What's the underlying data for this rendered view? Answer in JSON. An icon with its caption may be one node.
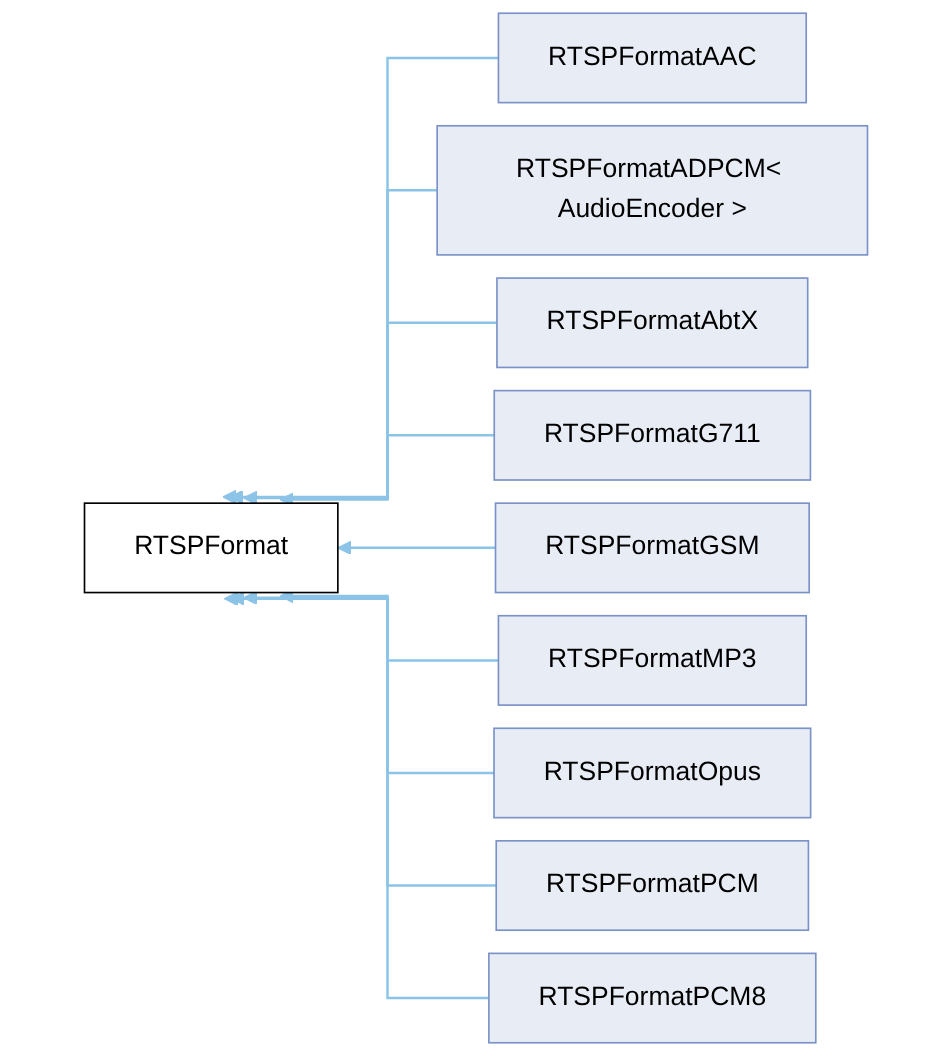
{
  "diagram": {
    "nodes": [
      {
        "text": [
          "RTSPFormat"
        ]
      },
      {
        "text": [
          "RTSPFormatAAC"
        ]
      },
      {
        "text": [
          "RTSPFormatADPCM< AudioEncoder >"
        ]
      },
      {
        "text": [
          "RTSPFormatAbtX"
        ]
      },
      {
        "text": [
          "RTSPFormatG711"
        ]
      },
      {
        "text": [
          "RTSPFormatGSM"
        ]
      },
      {
        "text": [
          "RTSPFormatMP3"
        ]
      },
      {
        "text": [
          "RTSPFormatOpus"
        ]
      },
      {
        "text": [
          "RTSPFormatPCM"
        ]
      },
      {
        "text": [
          "RTSPFormatPCM8"
        ]
      }
    ],
    "edges": [
      {
        "from": 1,
        "to": 0,
        "arrow": "to"
      },
      {
        "from": 2,
        "to": 0,
        "arrow": "to"
      },
      {
        "from": 3,
        "to": 0,
        "arrow": "to"
      },
      {
        "from": 4,
        "to": 0,
        "arrow": "to"
      },
      {
        "from": 5,
        "to": 0,
        "arrow": "to"
      },
      {
        "from": 6,
        "to": 0,
        "arrow": "to"
      },
      {
        "from": 7,
        "to": 0,
        "arrow": "to"
      },
      {
        "from": 8,
        "to": 0,
        "arrow": "to"
      },
      {
        "from": 9,
        "to": 0,
        "arrow": "to"
      }
    ]
  }
}
